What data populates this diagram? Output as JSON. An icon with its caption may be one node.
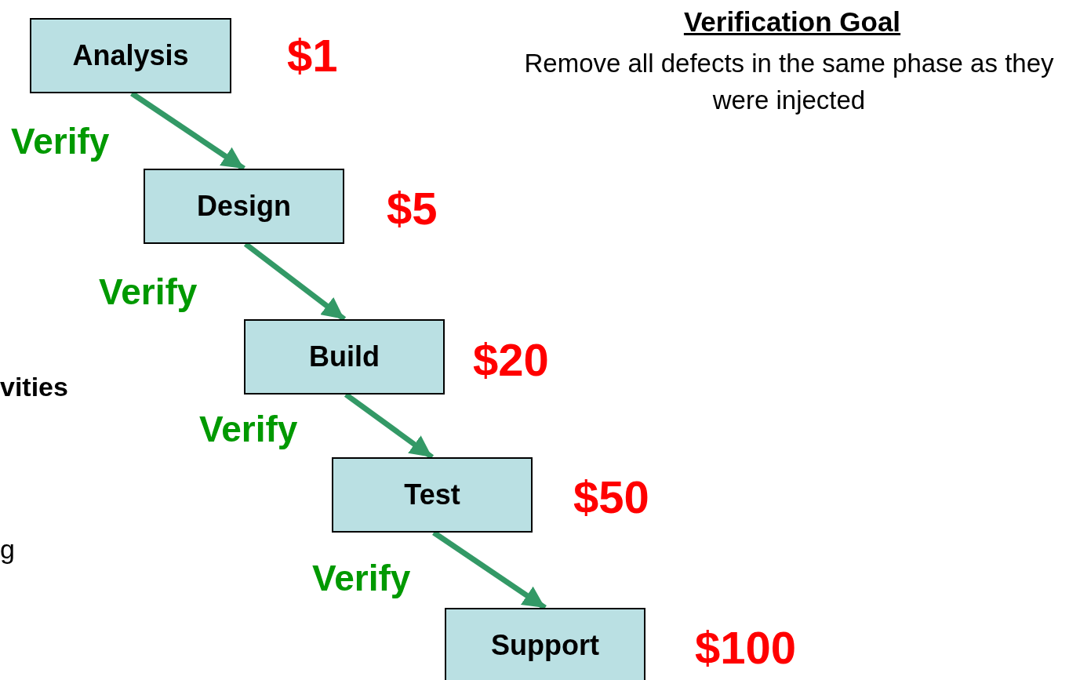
{
  "diagram": {
    "title": "Verification Goal",
    "nodes": [
      {
        "text": [
          "Analysis"
        ],
        "beside": [
          "$1"
        ]
      },
      {
        "text": [
          "Design"
        ],
        "beside": [
          "$5"
        ]
      },
      {
        "text": [
          "Build"
        ],
        "beside": [
          "$20"
        ]
      },
      {
        "text": [
          "Test"
        ],
        "beside": [
          "$50"
        ]
      },
      {
        "text": [
          "Support"
        ],
        "beside": [
          "$100"
        ]
      }
    ],
    "edges": [
      {
        "from": 0,
        "to": 1,
        "arrow": "to",
        "label": "Verify"
      },
      {
        "from": 1,
        "to": 2,
        "arrow": "to",
        "label": "Verify"
      },
      {
        "from": 2,
        "to": 3,
        "arrow": "to",
        "label": "Verify"
      },
      {
        "from": 3,
        "to": 4,
        "arrow": "to",
        "label": "Verify"
      }
    ],
    "labels": [
      "Remove all defects in the same phase as they were injected",
      "vities",
      "g"
    ]
  }
}
